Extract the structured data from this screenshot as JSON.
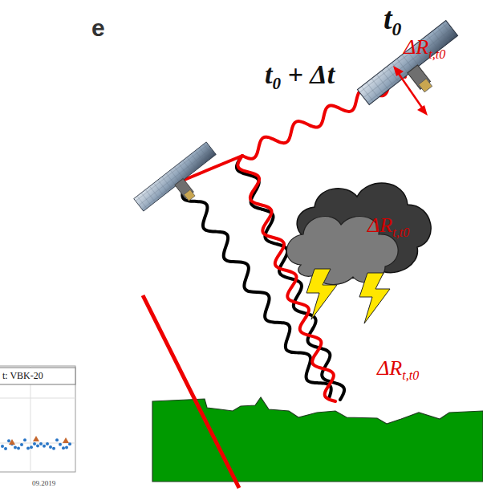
{
  "diagram": {
    "labels": [
      "e",
      "t0",
      "t0 + Δt",
      "ΔRt,t0",
      "ΔRt,t0",
      "ΔRt,t0",
      "t: VBK-20",
      "09.2019"
    ]
  }
}
